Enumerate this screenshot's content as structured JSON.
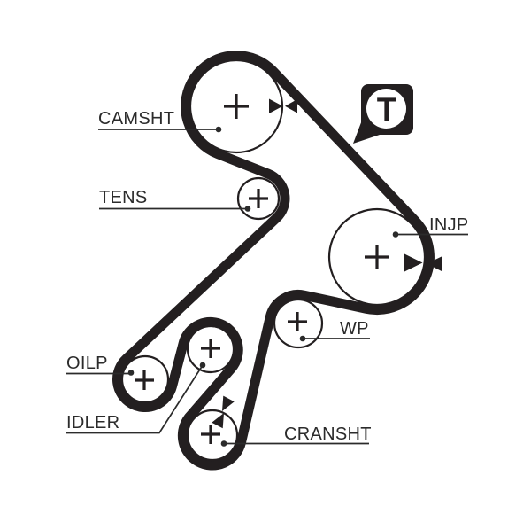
{
  "diagram": {
    "type": "timing-belt-routing",
    "badge": {
      "letter": "T"
    },
    "colors": {
      "ink": "#231f20",
      "label_color": "#2b2b2b",
      "background": "#ffffff"
    },
    "pulleys": [
      {
        "id": "camshaft",
        "label": "CAMSHT"
      },
      {
        "id": "tensioner",
        "label": "TENS"
      },
      {
        "id": "injection-pump",
        "label": "INJP"
      },
      {
        "id": "water-pump",
        "label": "WP"
      },
      {
        "id": "oil-pump",
        "label": "OILP"
      },
      {
        "id": "idler",
        "label": "IDLER"
      },
      {
        "id": "crankshaft",
        "label": "CRANSHT"
      }
    ]
  }
}
